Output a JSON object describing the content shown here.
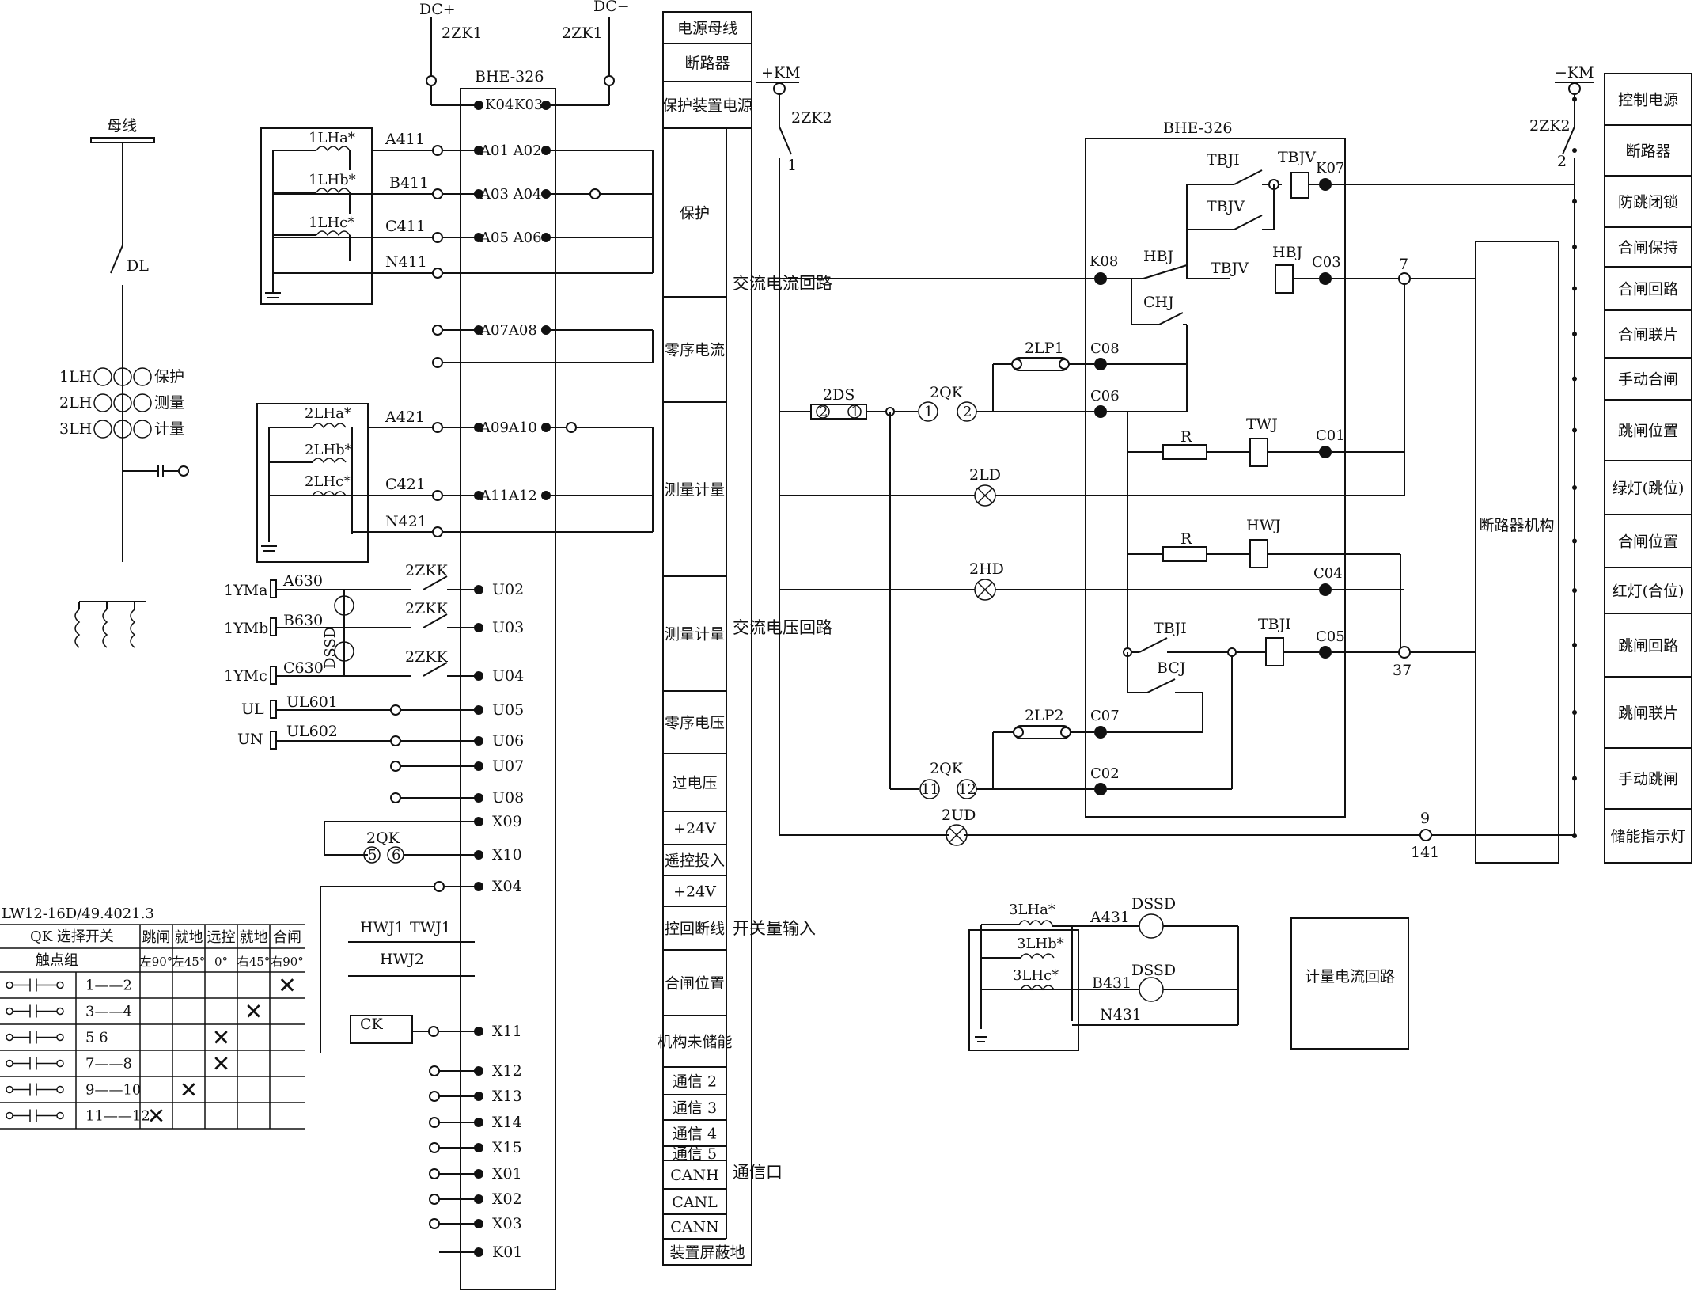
{
  "primary": {
    "bus": "母线",
    "breaker": "DL",
    "ct_rows": [
      "1LH",
      "2LH",
      "3LH"
    ],
    "ct_roles": [
      "保护",
      "测量",
      "计量"
    ]
  },
  "power": {
    "dc_pos": "DC+",
    "dc_neg": "DC−",
    "switch_left": "2ZK1",
    "switch_right": "2ZK1",
    "device": "BHE-326",
    "k04": "K04",
    "k03": "K03"
  },
  "current_circuit": {
    "cts_protect": [
      "1LHa*",
      "1LHb*",
      "1LHc*"
    ],
    "wires_protect": [
      "A411",
      "B411",
      "C411",
      "N411"
    ],
    "terms_protect": [
      "A01 A02",
      "A03 A04",
      "A05 A06"
    ],
    "term_zero": "A07A08",
    "cts_measure": [
      "2LHa*",
      "2LHb*",
      "2LHc*"
    ],
    "wires_measure": [
      "A421",
      "C421",
      "N421"
    ],
    "terms_measure": [
      "A09A10",
      "A11A12"
    ]
  },
  "voltage_circuit": {
    "phase_labels": [
      "1YMa",
      "1YMb",
      "1YMc",
      "UL",
      "UN"
    ],
    "wires": [
      "A630",
      "B630",
      "C630",
      "UL601",
      "UL602"
    ],
    "switch": "2ZKK",
    "dssd": "DSSD",
    "terms": [
      "U02",
      "U03",
      "U04",
      "U05",
      "U06",
      "U07",
      "U08"
    ]
  },
  "binary_inputs": {
    "x09": "X09",
    "qk_label": "2QK",
    "qk_contacts": [
      "5",
      "6"
    ],
    "x10": "X10",
    "x04": "X04",
    "hwj1": "HWJ1",
    "twj1": "TWJ1",
    "hwj2": "HWJ2",
    "ck": "CK",
    "terms": [
      "X11",
      "X12",
      "X13",
      "X14",
      "X15",
      "X01",
      "X02",
      "X03",
      "K01"
    ]
  },
  "qk_table": {
    "model": "LW12-16D/49.4021.3",
    "header_title": "QK 选择开关",
    "header_sub": "触点组",
    "positions": [
      "跳闸",
      "就地",
      "远控",
      "就地",
      "合闸"
    ],
    "angles": [
      "左90°",
      "左45°",
      "0°",
      "右45°",
      "右90°"
    ],
    "rows": [
      {
        "pair": "1——2",
        "x": 4
      },
      {
        "pair": "3——4",
        "x": 3
      },
      {
        "pair": "5    6",
        "x": 2
      },
      {
        "pair": "7——8",
        "x": 2
      },
      {
        "pair": "9——10",
        "x": 1
      },
      {
        "pair": "11——12",
        "x": 0
      }
    ],
    "mark": "✕"
  },
  "mid_column": {
    "items": [
      "电源母线",
      "断路器",
      "保护装置电源",
      "保护",
      "零序电流",
      "测量计量",
      "测量计量",
      "零序电压",
      "过电压",
      "+24V",
      "遥控投入",
      "+24V",
      "控回断线",
      "合闸位置",
      "机构未储能",
      "通信 2",
      "通信 3",
      "通信 4",
      "通信 5",
      "CANH",
      "CANL",
      "CANN",
      "装置屏蔽地"
    ],
    "groups": [
      "交流电流回路",
      "交流电压回路",
      "开关量输入",
      "通信口"
    ]
  },
  "control": {
    "km_pos": "+KM",
    "km_neg": "−KM",
    "zk2_left": "2ZK2",
    "zk2_right": "2ZK2",
    "node_left": "1",
    "node_right": "2",
    "device": "BHE-326",
    "relays": [
      "TBJI",
      "TBJV",
      "TBJV",
      "HBJ",
      "TBJV",
      "TWJ",
      "HWJ",
      "TBJI",
      "TBJI",
      "R",
      "R",
      "HBJ",
      "CHJ",
      "BCJ"
    ],
    "terms": [
      "K07",
      "K08",
      "C03",
      "C08",
      "C06",
      "C01",
      "C04",
      "C05",
      "C07",
      "C02"
    ],
    "ds": "2DS",
    "ds_contacts": [
      "2",
      "1"
    ],
    "qk": "2QK",
    "qk_contacts_top": [
      "1",
      "2"
    ],
    "qk_contacts_bot": [
      "11",
      "12"
    ],
    "lp1": "2LP1",
    "lp2": "2LP2",
    "lamps": [
      "2LD",
      "2HD",
      "2UD"
    ],
    "nodes": [
      "7",
      "37",
      "9",
      "141"
    ],
    "mechanism": "断路器机构"
  },
  "right_column": {
    "items": [
      "控制电源",
      "断路器",
      "防跳闭锁",
      "合闸保持",
      "合闸回路",
      "合闸联片",
      "手动合闸",
      "跳闸位置",
      "绿灯(跳位)",
      "合闸位置",
      "红灯(合位)",
      "跳闸回路",
      "跳闸联片",
      "手动跳闸",
      "储能指示灯"
    ]
  },
  "metering": {
    "cts": [
      "3LHa*",
      "3LHb*",
      "3LHc*"
    ],
    "wires": [
      "A431",
      "B431",
      "N431"
    ],
    "dssd": [
      "DSSD",
      "DSSD"
    ],
    "box": "计量电流回路"
  }
}
